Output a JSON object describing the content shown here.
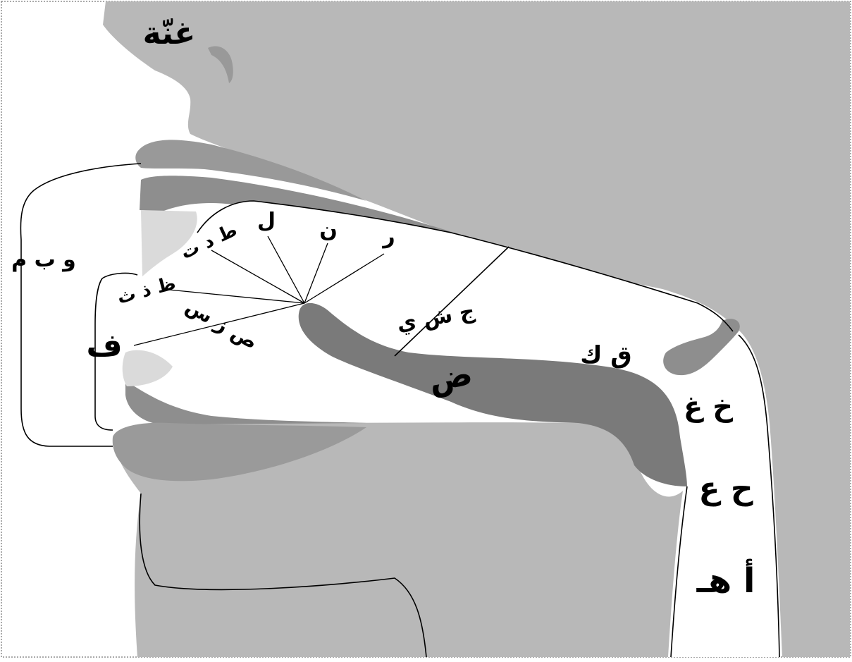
{
  "diagram": {
    "colors": {
      "background": "#ffffff",
      "head": "#b8b8b8",
      "dark_tissue": "#8e8e8e",
      "tongue": "#7a7a7a",
      "teeth": "#dadada",
      "ink": "#000000"
    },
    "labels": {
      "nasal": "غنّة",
      "lips": "و ب م",
      "lip_teeth": "ف",
      "interdental": "ظ ذ ث",
      "tongue_tip": "ط د ت",
      "lam": "ل",
      "nun": "ن",
      "ra": "ر",
      "whistling": "ص ز س",
      "mid_tongue": "ج ش ي",
      "tongue_side": "ض",
      "back_tongue": "ق ك",
      "upper_throat": "خ غ",
      "mid_throat": "ح ع",
      "lower_throat": "أ هـ"
    }
  }
}
